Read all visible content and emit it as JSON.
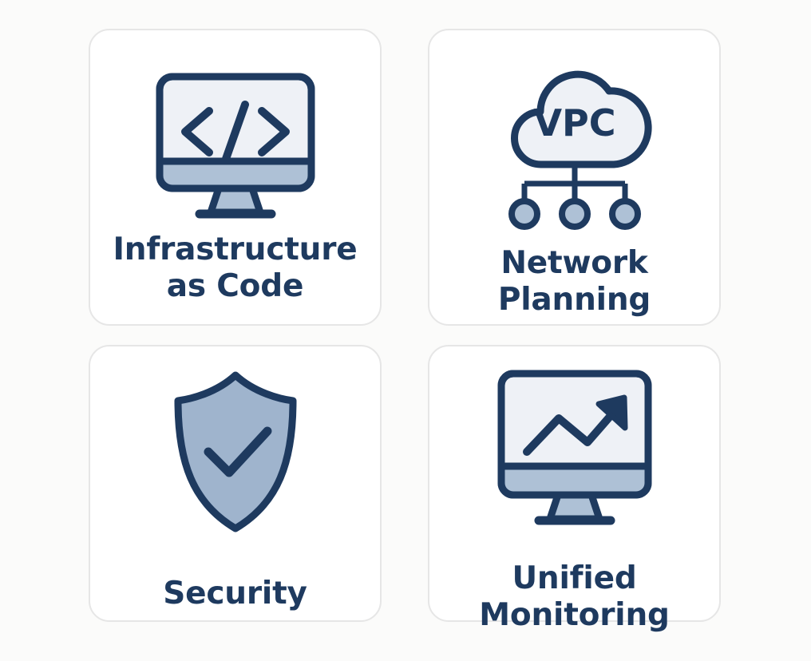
{
  "page": {
    "background_color": "#fbfbfa",
    "layout": "2x2-card-grid",
    "card_background": "#ffffff",
    "card_border_color": "#e6e6e6"
  },
  "palette": {
    "navy_stroke": "#1e3a5f",
    "label_text": "#1e3a5f",
    "screen_fill": "#eef1f6",
    "panel_fill": "#aec1d6",
    "shield_fill": "#9fb4cd",
    "node_fill": "#aec1d6",
    "cloud_fill": "#eef1f6"
  },
  "cards": [
    {
      "id": "infrastructure-as-code",
      "icon": "monitor-code-icon",
      "icon_glyph": "</>",
      "label": "Infrastructure\nas Code",
      "label_line1": "Infrastructure",
      "label_line2": "as Code"
    },
    {
      "id": "network-planning",
      "icon": "cloud-network-icon",
      "icon_text": "VPC",
      "node_count": 3,
      "label": "Network\nPlanning",
      "label_line1": "Network",
      "label_line2": "Planning"
    },
    {
      "id": "security",
      "icon": "shield-check-icon",
      "label": "Security",
      "label_line1": "Security",
      "label_line2": ""
    },
    {
      "id": "unified-monitoring",
      "icon": "monitor-trending-up-icon",
      "label": "Unified\nMonitoring",
      "label_line1": "Unified",
      "label_line2": "Monitoring"
    }
  ]
}
